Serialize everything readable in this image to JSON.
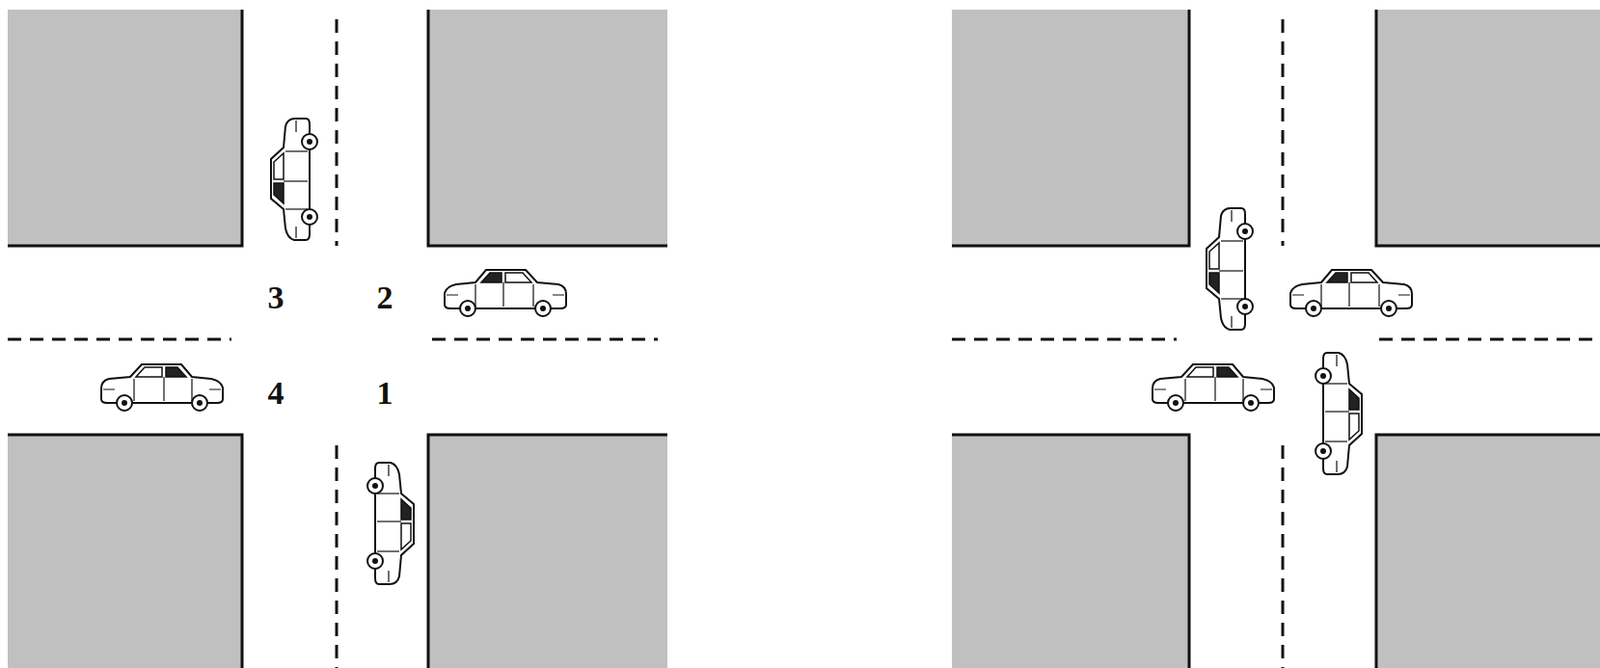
{
  "diagram": {
    "labels": [
      "3",
      "2",
      "4",
      "1"
    ]
  }
}
